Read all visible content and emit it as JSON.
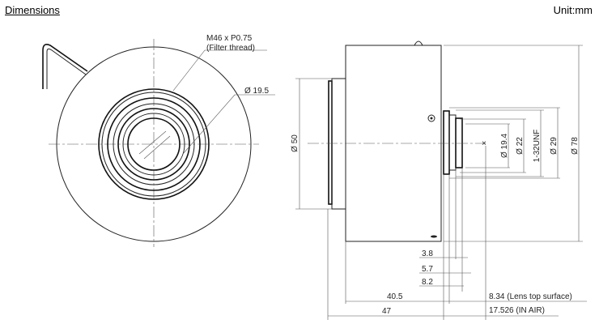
{
  "header": {
    "title": "Dimensions",
    "unit": "Unit:mm"
  },
  "front_view": {
    "thread_label": "M46 x P0.75",
    "thread_note": "(Filter thread)",
    "dia_label": "Ø 19.5"
  },
  "side_view": {
    "dia_50": "Ø 50",
    "dia_19_4": "Ø 19.4",
    "dia_22": "Ø 22",
    "thread_unf": "1-32UNF",
    "dia_29": "Ø 29",
    "dia_78": "Ø 78",
    "dim_3_8": "3.8",
    "dim_5_7": "5.7",
    "dim_8_2": "8.2",
    "dim_40_5": "40.5",
    "dim_47": "47",
    "lens_top": "8.34 (Lens top surface)",
    "in_air": "17.526 (IN AIR)"
  }
}
